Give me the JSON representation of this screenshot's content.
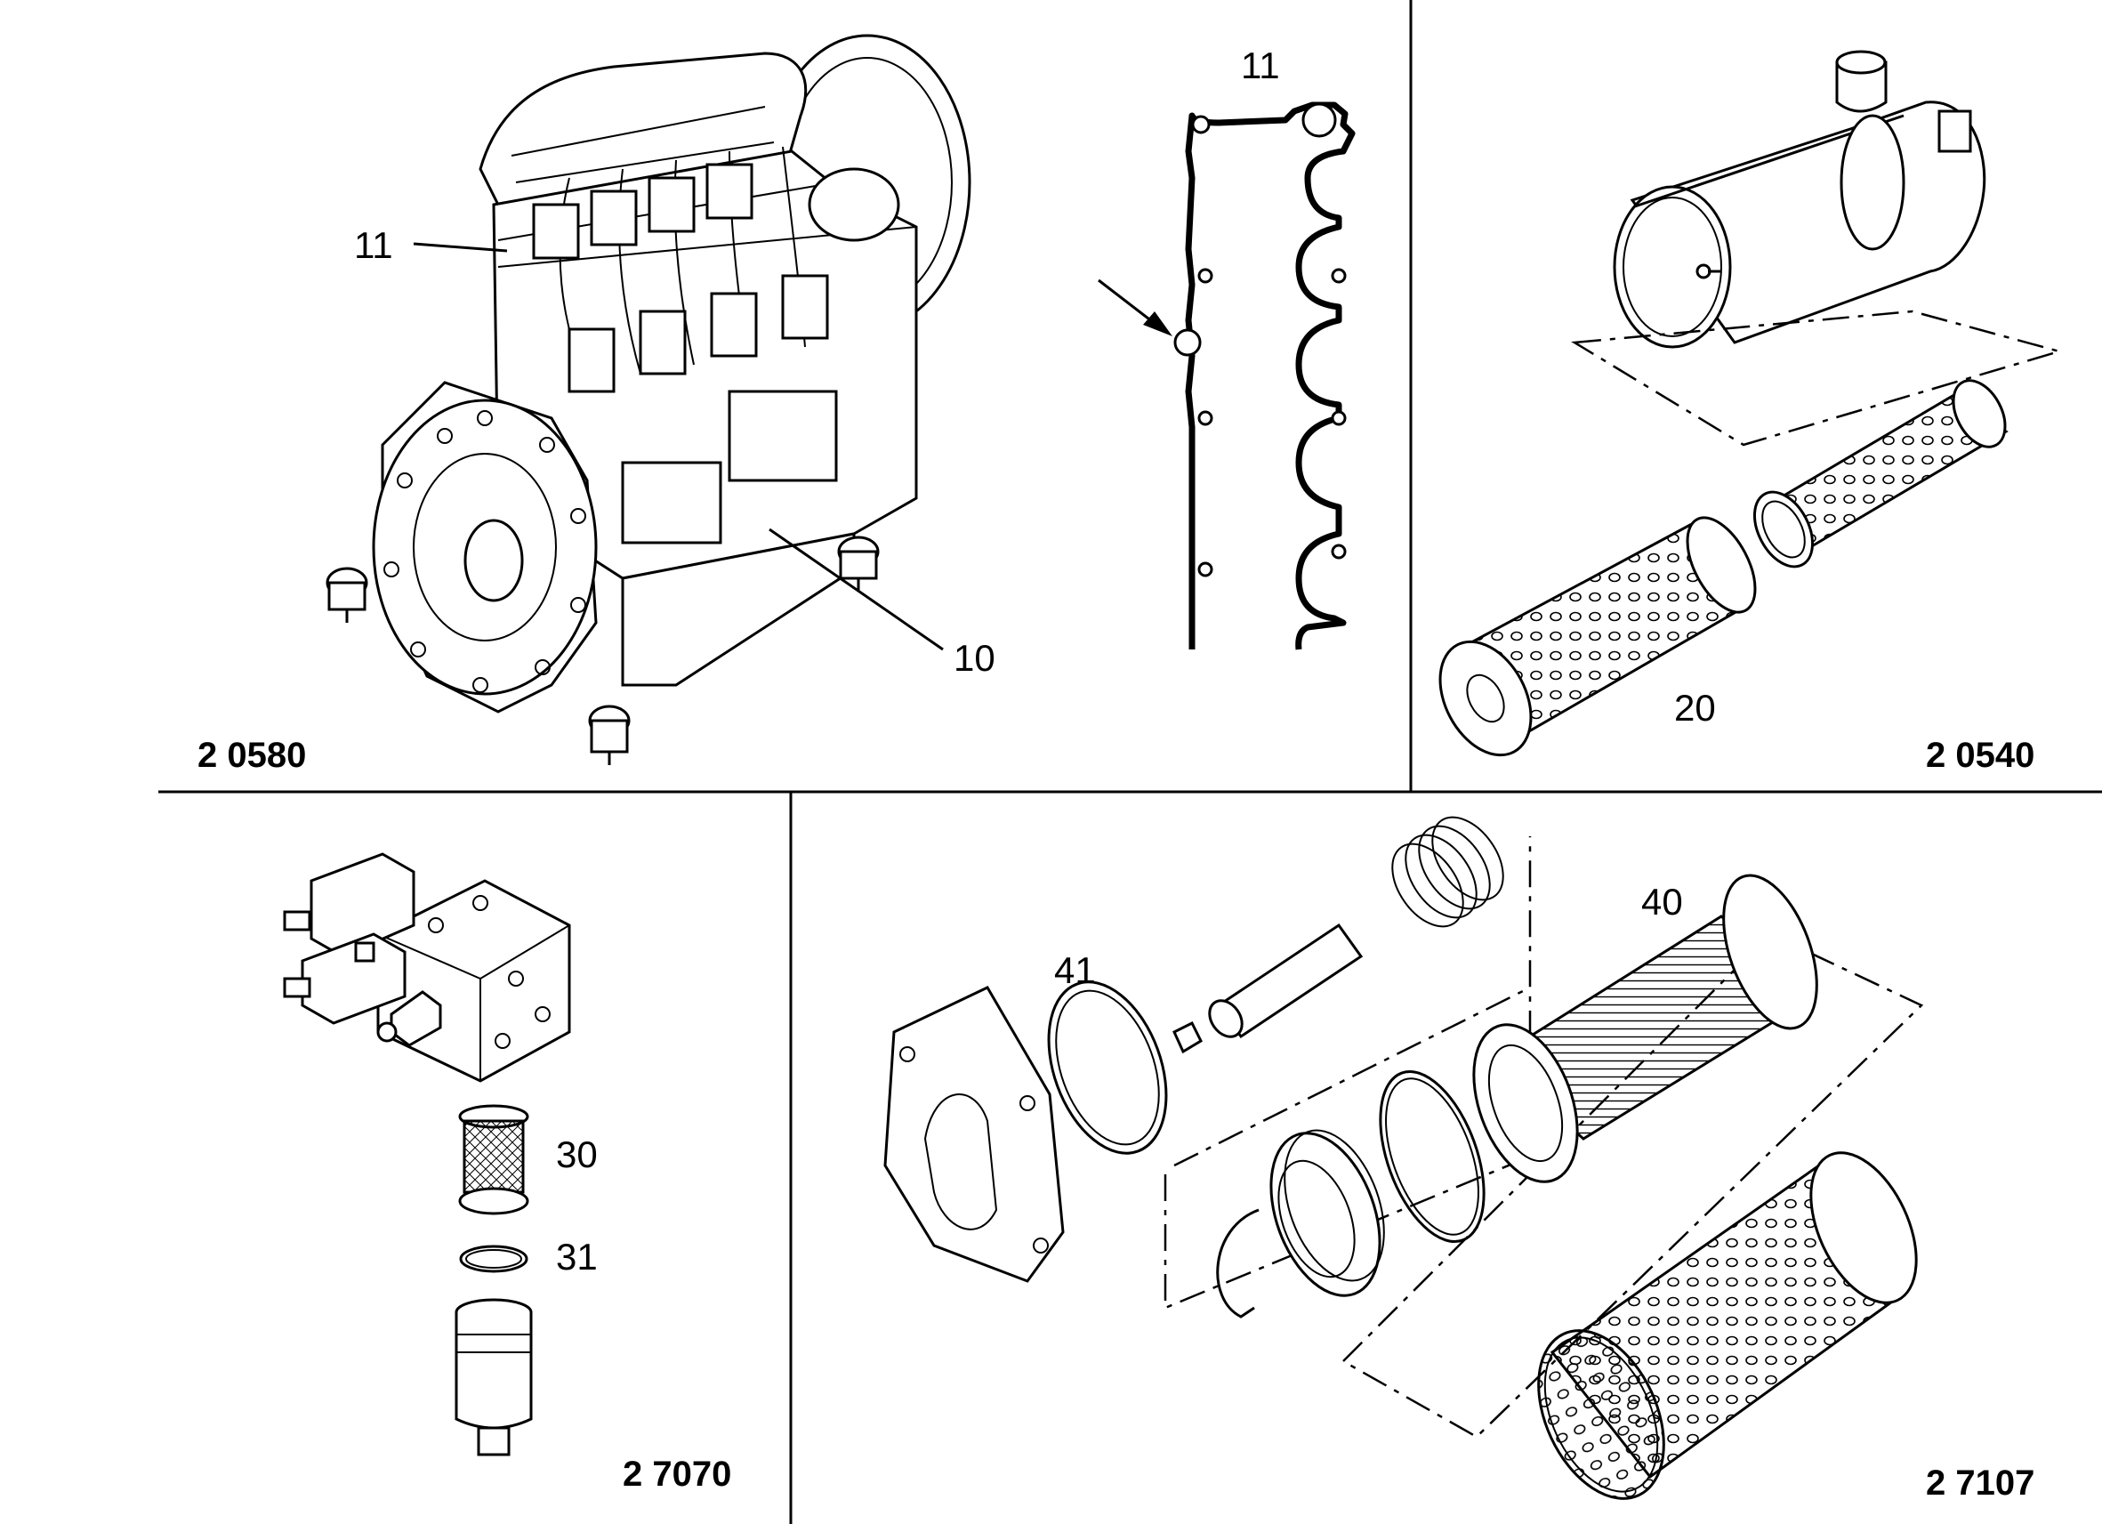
{
  "sections": {
    "engine": {
      "ref": "2 0580",
      "callouts": [
        "11",
        "10"
      ],
      "gasket_callout": "11"
    },
    "air_filter": {
      "ref": "2 0540",
      "callout": "20"
    },
    "valve_block": {
      "ref": "2 7070",
      "callouts": [
        "30",
        "31"
      ]
    },
    "hydraulic_filter": {
      "ref": "2 7107",
      "callouts": [
        "40",
        "41"
      ]
    }
  }
}
